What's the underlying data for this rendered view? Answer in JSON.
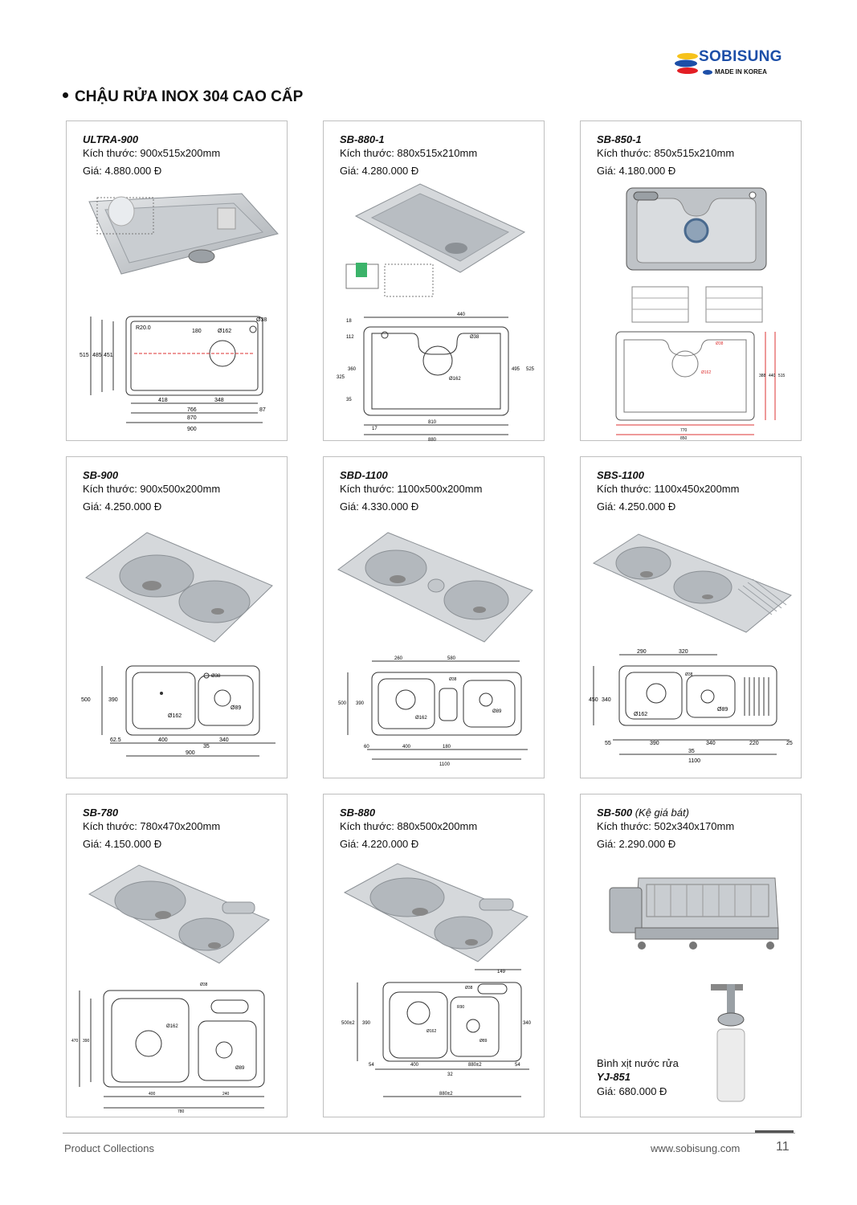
{
  "brand": {
    "name": "SOBISUNG",
    "tagline": "MADE IN KOREA"
  },
  "heading": "CHẬU RỬA INOX 304 CAO CẤP",
  "products": [
    {
      "model": "ULTRA-900",
      "size": "Kích thước: 900x515x200mm",
      "price": "Giá: 4.880.000 Đ",
      "dims": [
        "R20.0",
        "180",
        "Ø162",
        "Ø38",
        "515",
        "485",
        "451",
        "418",
        "348",
        "766",
        "870",
        "900",
        "87"
      ]
    },
    {
      "model": "SB-880-1",
      "size": "Kích thước: 880x515x210mm",
      "price": "Giá: 4.280.000 Đ",
      "dims": [
        "440",
        "18",
        "Ø38",
        "Ø162",
        "112",
        "360",
        "325",
        "35",
        "495",
        "525",
        "810",
        "17",
        "880"
      ]
    },
    {
      "model": "SB-850-1",
      "size": "Kích thước: 850x515x210mm",
      "price": "Giá: 4.180.000 Đ",
      "dims": [
        "Ø38",
        "Ø162",
        "770",
        "850",
        "388",
        "440",
        "515"
      ]
    },
    {
      "model": "SB-900",
      "size": "Kích thước: 900x500x200mm",
      "price": "Giá: 4.250.000 Đ",
      "dims": [
        "500",
        "390",
        "Ø38",
        "Ø162",
        "Ø89",
        "62.5",
        "400",
        "340",
        "900",
        "35"
      ]
    },
    {
      "model": "SBD-1100",
      "size": "Kích thước: 1100x500x200mm",
      "price": "Giá: 4.330.000 Đ",
      "dims": [
        "260",
        "580",
        "Ø38",
        "500",
        "390",
        "Ø162",
        "Ø89",
        "60",
        "400",
        "180",
        "1100"
      ]
    },
    {
      "model": "SBS-1100",
      "size": "Kích thước: 1100x450x200mm",
      "price": "Giá: 4.250.000 Đ",
      "dims": [
        "290",
        "320",
        "Ø38",
        "450",
        "340",
        "Ø162",
        "Ø89",
        "55",
        "390",
        "340",
        "220",
        "25",
        "35",
        "1100"
      ]
    },
    {
      "model": "SB-780",
      "size": "Kích thước: 780x470x200mm",
      "price": "Giá: 4.150.000 Đ",
      "dims": [
        "Ø38",
        "Ø162",
        "Ø89",
        "470",
        "390",
        "780",
        "400",
        "240"
      ]
    },
    {
      "model": "SB-880",
      "size": "Kích thước: 880x500x200mm",
      "price": "Giá: 4.220.000 Đ",
      "dims": [
        "149",
        "Ø38",
        "R90",
        "Ø162",
        "Ø89",
        "500±2",
        "390",
        "340",
        "54",
        "400",
        "32",
        "880±2"
      ]
    },
    {
      "model": "SB-500",
      "model_note": "(Kệ giá bát)",
      "size": "Kích thước: 502x340x170mm",
      "price": "Giá: 2.290.000 Đ",
      "extra": {
        "label": "Bình xịt nước rửa",
        "model": "YJ-851",
        "price": "Giá: 680.000 Đ"
      }
    }
  ],
  "footer": {
    "left": "Product Collections",
    "url": "www.sobisung.com",
    "page": "11"
  },
  "colors": {
    "brand_blue": "#1d4fa8",
    "brand_red": "#e31e24",
    "brand_yellow": "#f6c21b",
    "steel": "#b8bdc2",
    "drawing_line": "#333333"
  }
}
